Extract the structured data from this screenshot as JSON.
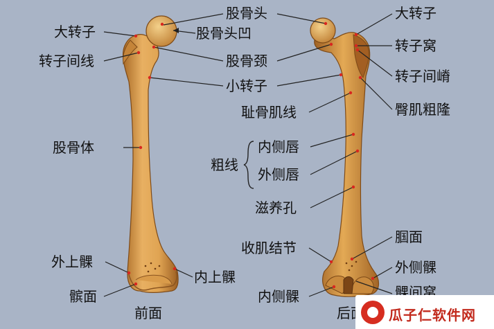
{
  "front": {
    "view_label": "前面",
    "labels": {
      "greater_trochanter": "大转子",
      "intertrochanteric_line": "转子间线",
      "femoral_body": "股骨体",
      "lateral_epicondyle": "外上髁",
      "patellar_surface": "髌面",
      "medial_epicondyle": "内上髁",
      "fovea_of_head": "股骨头凹"
    }
  },
  "shared": {
    "head_of_femur": "股骨头",
    "neck_of_femur": "股骨颈",
    "lesser_trochanter": "小转子"
  },
  "back": {
    "view_label": "后面",
    "labels": {
      "greater_trochanter": "大转子",
      "trochanteric_fossa": "转子窝",
      "intertrochanteric_crest": "转子间嵴",
      "gluteal_tuberosity": "臀肌粗隆",
      "pectineal_line": "耻骨肌线",
      "linea_aspera": "粗线",
      "medial_lip": "内侧唇",
      "lateral_lip": "外侧唇",
      "nutrient_foramen": "滋养孔",
      "adductor_tubercle": "收肌结节",
      "popliteal_surface": "腘面",
      "lateral_condyle": "外侧髁",
      "medial_condyle": "内侧髁",
      "intercondylar_fossa": "髁间窝"
    }
  },
  "colors": {
    "background": "#a9b4c6",
    "bone_light": "#e3a955",
    "bone_dark": "#b0722c",
    "marker": "#d8261f"
  },
  "watermark": {
    "text": "瓜子仁软件网",
    "icon": "brand-logo-icon"
  }
}
